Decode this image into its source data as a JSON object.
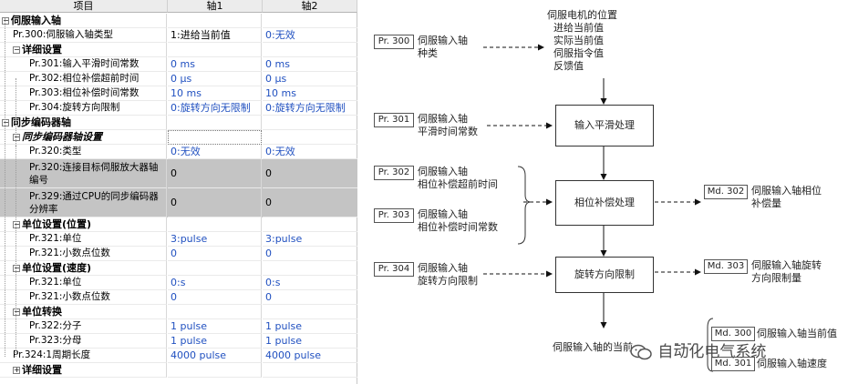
{
  "grid": {
    "headers": {
      "item": "项目",
      "axis1": "轴1",
      "axis2": "轴2"
    },
    "rows": [
      {
        "name": "伺服输入轴",
        "v1": "",
        "v2": "",
        "kind": "group",
        "level": 0,
        "toggle": "⊟"
      },
      {
        "name": "Pr.300:伺服输入轴类型",
        "v1": "1:进给当前值",
        "v2": "0:无效",
        "kind": "param",
        "level": 1,
        "black": true
      },
      {
        "name": "详细设置",
        "v1": "",
        "v2": "",
        "kind": "group",
        "level": 1,
        "toggle": "⊟"
      },
      {
        "name": "Pr.301:输入平滑时间常数",
        "v1": "0 ms",
        "v2": "0 ms",
        "kind": "param",
        "level": 2
      },
      {
        "name": "Pr.302:相位补偿超前时间",
        "v1": "0 μs",
        "v2": "0 μs",
        "kind": "param",
        "level": 2
      },
      {
        "name": "Pr.303:相位补偿时间常数",
        "v1": "10 ms",
        "v2": "10 ms",
        "kind": "param",
        "level": 2
      },
      {
        "name": "Pr.304:旋转方向限制",
        "v1": "0:旋转方向无限制",
        "v2": "0:旋转方向无限制",
        "kind": "param",
        "level": 2
      },
      {
        "name": "同步编码器轴",
        "v1": "",
        "v2": "",
        "kind": "group",
        "level": 0,
        "toggle": "⊟"
      },
      {
        "name": "同步编码器轴设置",
        "v1": "",
        "v2": "",
        "kind": "group",
        "level": 1,
        "toggle": "⊟",
        "italic": true,
        "dashed": true
      },
      {
        "name": "Pr.320:类型",
        "v1": "0:无效",
        "v2": "0:无效",
        "kind": "param",
        "level": 2
      },
      {
        "name": "Pr.320:连接目标伺服放大器轴编号",
        "v1": "0",
        "v2": "0",
        "kind": "param",
        "level": 2,
        "gray": true,
        "tall": true
      },
      {
        "name": "Pr.329:通过CPU的同步编码器分辨率",
        "v1": "0",
        "v2": "0",
        "kind": "param",
        "level": 2,
        "gray": true,
        "tall": true
      },
      {
        "name": "单位设置(位置)",
        "v1": "",
        "v2": "",
        "kind": "group",
        "level": 1,
        "toggle": "⊟"
      },
      {
        "name": "Pr.321:单位",
        "v1": "3:pulse",
        "v2": "3:pulse",
        "kind": "param",
        "level": 2
      },
      {
        "name": "Pr.321:小数点位数",
        "v1": "0",
        "v2": "0",
        "kind": "param",
        "level": 2
      },
      {
        "name": "单位设置(速度)",
        "v1": "",
        "v2": "",
        "kind": "group",
        "level": 1,
        "toggle": "⊟"
      },
      {
        "name": "Pr.321:单位",
        "v1": "0:s",
        "v2": "0:s",
        "kind": "param",
        "level": 2
      },
      {
        "name": "Pr.321:小数点位数",
        "v1": "0",
        "v2": "0",
        "kind": "param",
        "level": 2
      },
      {
        "name": "单位转换",
        "v1": "",
        "v2": "",
        "kind": "group",
        "level": 1,
        "toggle": "⊟"
      },
      {
        "name": "Pr.322:分子",
        "v1": "1 pulse",
        "v2": "1 pulse",
        "kind": "param",
        "level": 2
      },
      {
        "name": "Pr.323:分母",
        "v1": "1 pulse",
        "v2": "1 pulse",
        "kind": "param",
        "level": 2
      },
      {
        "name": "Pr.324:1周期长度",
        "v1": "4000 pulse",
        "v2": "4000 pulse",
        "kind": "param",
        "level": 1
      },
      {
        "name": "详细设置",
        "v1": "",
        "v2": "",
        "kind": "group",
        "level": 1,
        "toggle": "⊞"
      }
    ]
  },
  "diagram": {
    "servo_motor_position": {
      "title": "伺服电机的位置",
      "items": [
        "进给当前值",
        "实际当前值",
        "伺服指令值",
        "反馈值"
      ]
    },
    "pr300": {
      "code": "Pr. 300",
      "line1": "伺服输入轴",
      "line2": "种类"
    },
    "pr301": {
      "code": "Pr. 301",
      "line1": "伺服输入轴",
      "line2": "平滑时间常数"
    },
    "pr302": {
      "code": "Pr. 302",
      "line1": "伺服输入轴",
      "line2": "相位补偿超前时间"
    },
    "pr303": {
      "code": "Pr. 303",
      "line1": "伺服输入轴",
      "line2": "相位补偿时间常数"
    },
    "pr304": {
      "code": "Pr. 304",
      "line1": "伺服输入轴",
      "line2": "旋转方向限制"
    },
    "proc_smooth": "输入平滑处理",
    "proc_phase": "相位补偿处理",
    "proc_rotation": "旋转方向限制",
    "md302": {
      "code": "Md. 302",
      "line1": "伺服输入轴相位",
      "line2": "补偿量"
    },
    "md303": {
      "code": "Md. 303",
      "line1": "伺服输入轴旋转",
      "line2": "方向限制量"
    },
    "md300": {
      "code": "Md. 300",
      "label": "伺服输入轴当前值"
    },
    "md301": {
      "code": "Md. 301",
      "label": "伺服输入轴速度"
    },
    "bottom_label": "伺服输入轴的当前",
    "watermark": "自动化电气系统"
  }
}
